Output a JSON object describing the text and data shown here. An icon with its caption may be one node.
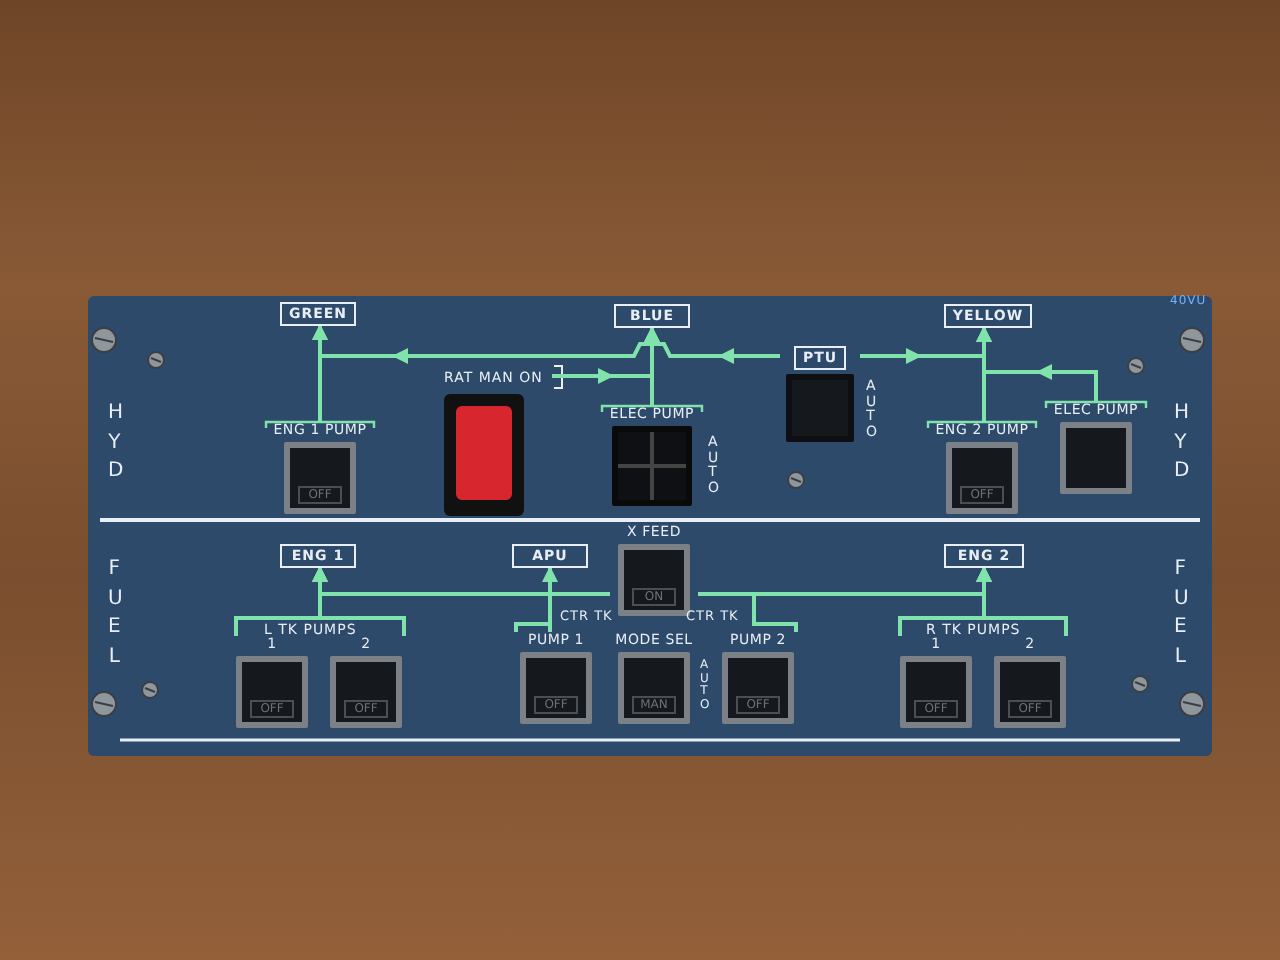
{
  "diagram": {
    "nodes": [
      {
        "text": [
          "GREEN"
        ]
      },
      {
        "text": [
          "BLUE"
        ]
      },
      {
        "text": [
          "YELLOW"
        ]
      },
      {
        "text": [
          "RAT MAN ON"
        ]
      },
      {
        "text": [
          "PTU"
        ],
        "beside": [
          "AUTO"
        ]
      },
      {
        "text": [
          "ENG 1 PUMP",
          "OFF"
        ]
      },
      {
        "text": [],
        "shape": "box"
      },
      {
        "text": [
          "ELEC PUMP"
        ],
        "beside": [
          "AUTO"
        ]
      },
      {
        "text": [
          "ENG 2 PUMP",
          "OFF"
        ]
      },
      {
        "text": [
          "ELEC PUMP"
        ]
      },
      {
        "text": [
          "ENG 1"
        ]
      },
      {
        "text": [
          "APU"
        ]
      },
      {
        "text": [
          "X FEED",
          "ON"
        ]
      },
      {
        "text": [
          "ENG 2"
        ]
      },
      {
        "text": [
          "1",
          "OFF"
        ]
      },
      {
        "text": [
          "2",
          "OFF"
        ]
      },
      {
        "text": [
          "PUMP 1",
          "OFF"
        ]
      },
      {
        "text": [
          "MODE SEL",
          "MAN"
        ],
        "beside": [
          "AUTO"
        ]
      },
      {
        "text": [
          "PUMP 2",
          "OFF"
        ]
      },
      {
        "text": [
          "1",
          "OFF"
        ]
      },
      {
        "text": [
          "2",
          "OFF"
        ]
      }
    ],
    "edges": [
      {
        "from": 5,
        "to": 0,
        "arrow": "to"
      },
      {
        "from": 4,
        "to": 0,
        "arrow": "to"
      },
      {
        "from": 4,
        "to": 2,
        "arrow": "to"
      },
      {
        "from": 3,
        "to": 1,
        "arrow": "to"
      },
      {
        "from": 7,
        "to": 1,
        "arrow": "to"
      },
      {
        "from": 8,
        "to": 2,
        "arrow": "to"
      },
      {
        "from": 9,
        "to": 2,
        "arrow": "to"
      },
      {
        "from": 14,
        "to": 10,
        "arrow": "to"
      },
      {
        "from": 15,
        "to": 10,
        "arrow": "to"
      },
      {
        "from": 16,
        "to": 10,
        "arrow": "to"
      },
      {
        "from": 16,
        "to": 11,
        "arrow": "to"
      },
      {
        "from": 18,
        "to": 13,
        "arrow": "to"
      },
      {
        "from": 19,
        "to": 13,
        "arrow": "to"
      },
      {
        "from": 20,
        "to": 13,
        "arrow": "to"
      },
      {
        "from": 12,
        "to": 10,
        "arrow": "to"
      },
      {
        "from": 12,
        "to": 13,
        "arrow": "to"
      }
    ],
    "labels": [
      "40VU",
      "HYD",
      "HYD",
      "FUEL",
      "FUEL",
      "L TK PUMPS",
      "CTR TK",
      "CTR TK",
      "R TK PUMPS"
    ]
  }
}
